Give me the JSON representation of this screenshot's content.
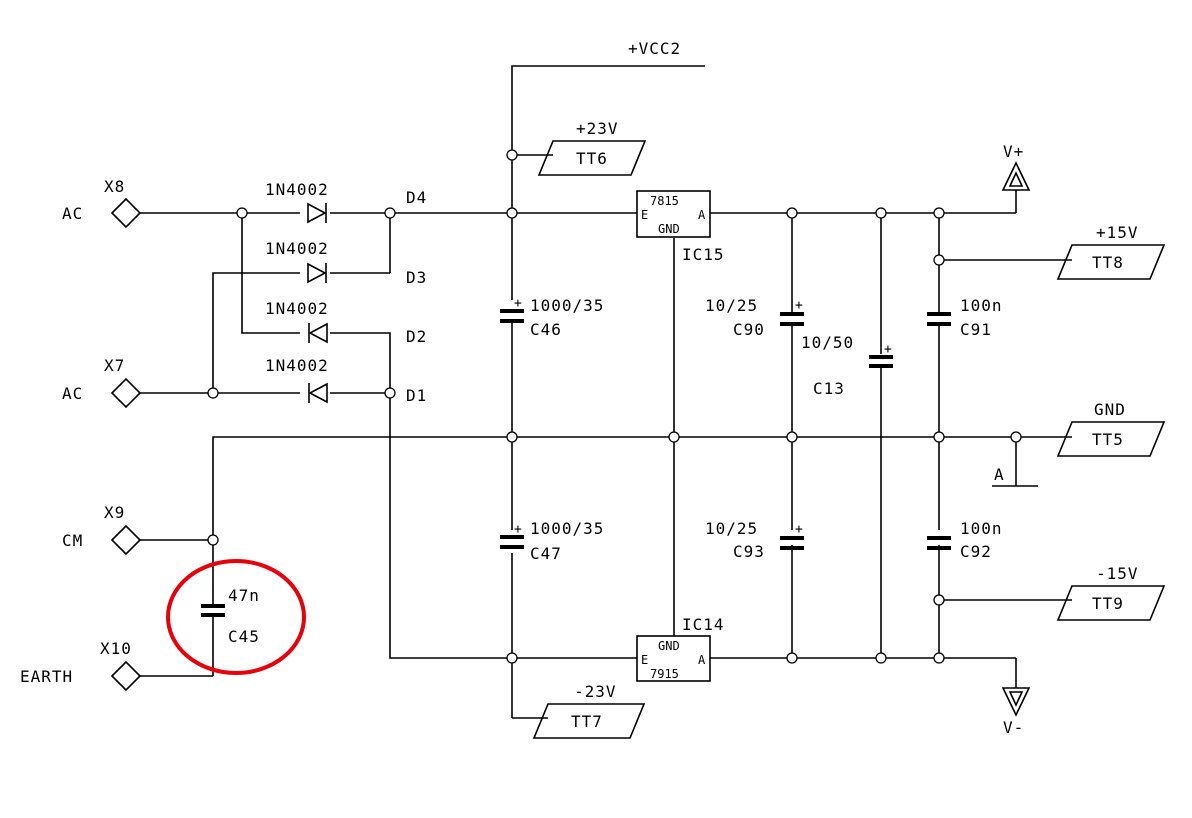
{
  "rails": {
    "vcc2": "+VCC2",
    "vplus": "V+",
    "vminus": "V-",
    "ground_symbol": "A"
  },
  "connectors": {
    "x8": {
      "ref": "X8",
      "label": "AC"
    },
    "x7": {
      "ref": "X7",
      "label": "AC"
    },
    "x9": {
      "ref": "X9",
      "label": "CM"
    },
    "x10": {
      "ref": "X10",
      "label": "EARTH"
    }
  },
  "diodes": {
    "part": "1N4002",
    "d4": "D4",
    "d3": "D3",
    "d2": "D2",
    "d1": "D1"
  },
  "regulators": {
    "ic15": {
      "ref": "IC15",
      "part": "7815",
      "pin_e": "E",
      "pin_a": "A",
      "pin_gnd": "GND"
    },
    "ic14": {
      "ref": "IC14",
      "part": "7915",
      "pin_e": "E",
      "pin_a": "A",
      "pin_gnd": "GND"
    }
  },
  "capacitors": {
    "c46": {
      "ref": "C46",
      "value": "1000/35"
    },
    "c47": {
      "ref": "C47",
      "value": "1000/35"
    },
    "c90": {
      "ref": "C90",
      "value": "10/25"
    },
    "c93": {
      "ref": "C93",
      "value": "10/25"
    },
    "c13": {
      "ref": "C13",
      "value": "10/50"
    },
    "c91": {
      "ref": "C91",
      "value": "100n"
    },
    "c92": {
      "ref": "C92",
      "value": "100n"
    },
    "c45": {
      "ref": "C45",
      "value": "47n"
    },
    "polarity_mark": "+"
  },
  "test_points": {
    "tt6": {
      "ref": "TT6",
      "net": "+23V"
    },
    "tt7": {
      "ref": "TT7",
      "net": "-23V"
    },
    "tt8": {
      "ref": "TT8",
      "net": "+15V"
    },
    "tt9": {
      "ref": "TT9",
      "net": "-15V"
    },
    "tt5": {
      "ref": "TT5",
      "net": "GND"
    }
  },
  "highlight": {
    "color": "#e8000b",
    "target": "C45"
  }
}
